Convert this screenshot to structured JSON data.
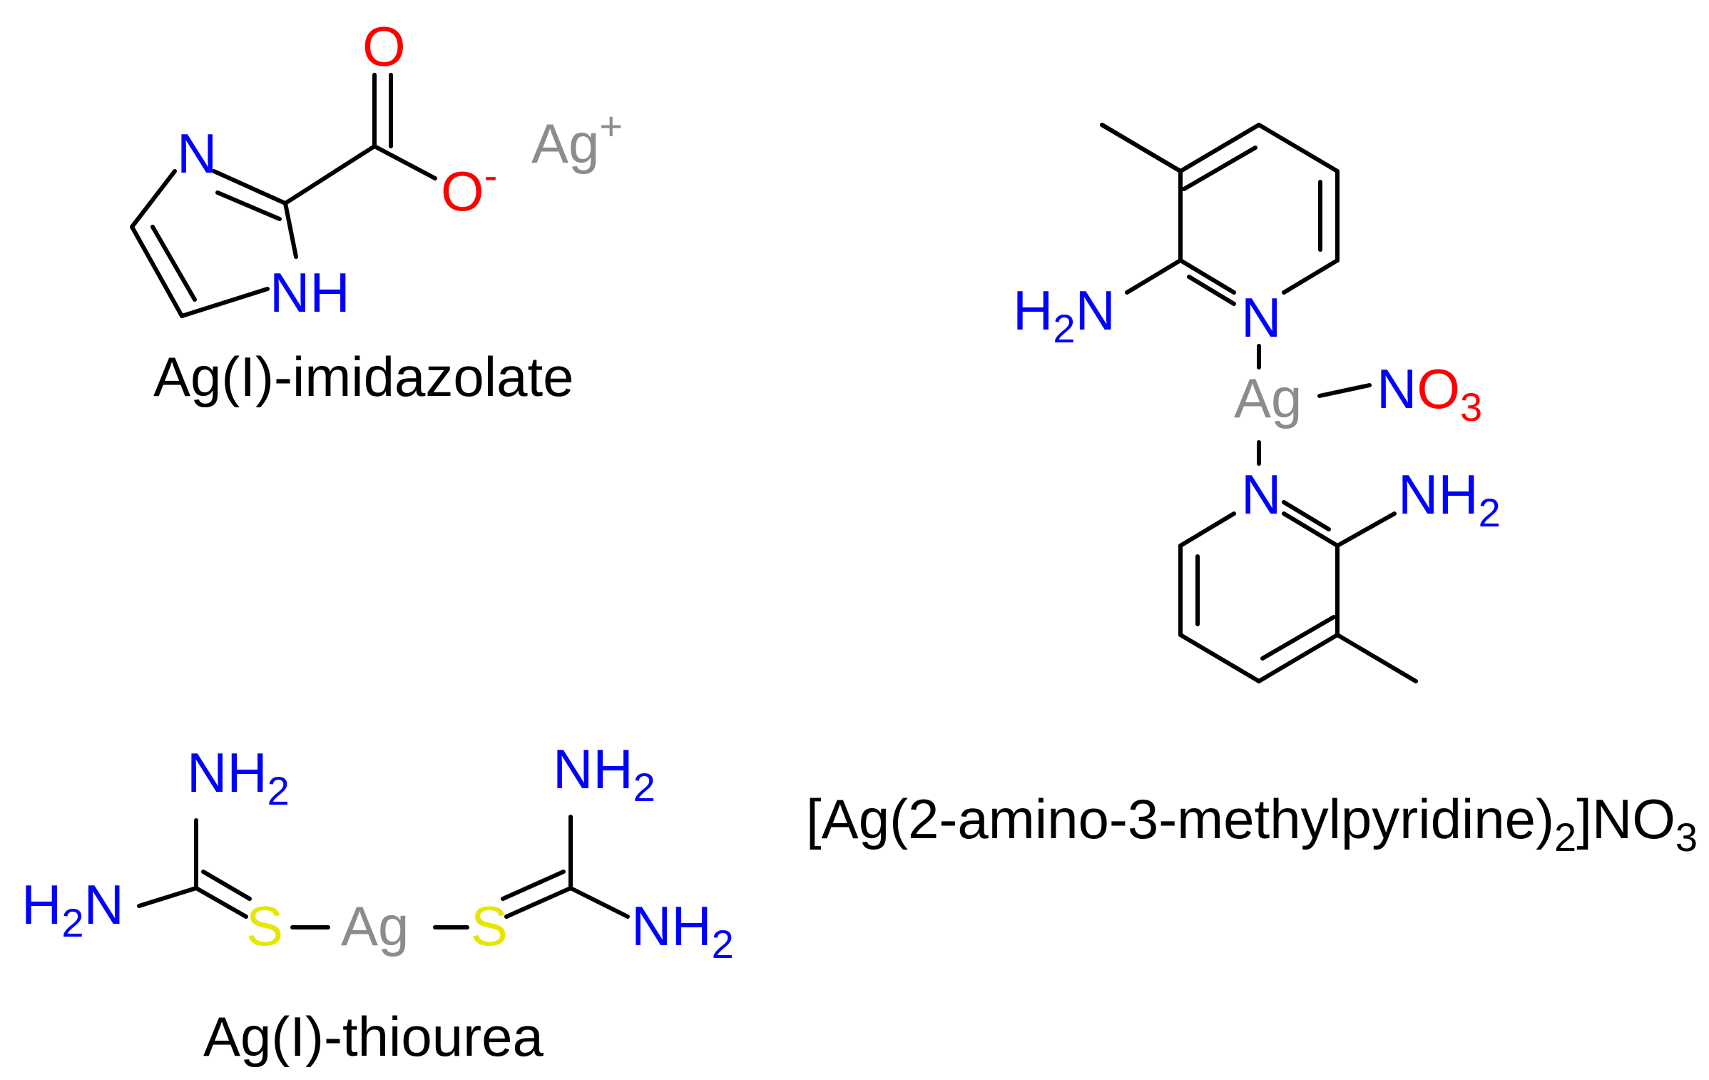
{
  "colors": {
    "bond": "#000000",
    "nitrogen": "#0000ff",
    "oxygen": "#ff0000",
    "silver": "#8c8c8c",
    "sulfur": "#e6e600",
    "caption": "#000000"
  },
  "imidazolate": {
    "caption": "Ag(I)-imidazolate",
    "n_ring": "N",
    "nh": "NH",
    "o_double": "O",
    "o_minus": "O",
    "o_charge": "-",
    "ag": "Ag",
    "ag_charge": "+"
  },
  "pyridine_complex": {
    "caption_main": "[Ag(2-amino-3-methylpyridine)",
    "caption_sub": "2",
    "caption_tail": "]NO",
    "caption_sub2": "3",
    "top_amine": "H",
    "top_amine_sub": "2",
    "top_amine_n": "N",
    "top_n": "N",
    "ag": "Ag",
    "nitrate_n": "N",
    "nitrate_o": "O",
    "nitrate_sub": "3",
    "bottom_n": "N",
    "bottom_amine": "NH",
    "bottom_amine_sub": "2"
  },
  "thiourea": {
    "caption": "Ag(I)-thiourea",
    "nh2_top_left": "NH",
    "nh2_top_left_sub": "2",
    "h2n_left": "H",
    "h2n_left_sub": "2",
    "h2n_left_n": "N",
    "s_left": "S",
    "ag": "Ag",
    "s_right": "S",
    "nh2_top_right": "NH",
    "nh2_top_right_sub": "2",
    "nh2_right": "NH",
    "nh2_right_sub": "2"
  }
}
